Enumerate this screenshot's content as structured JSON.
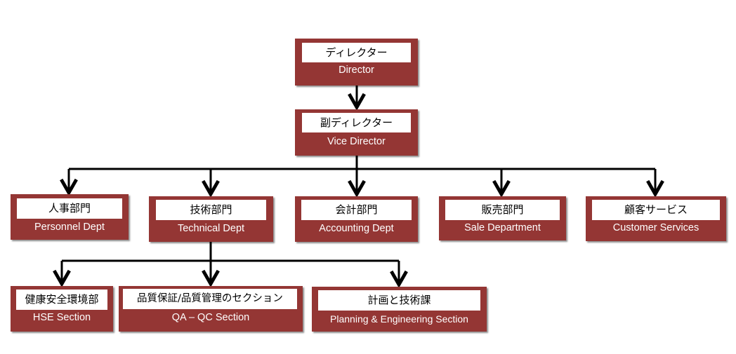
{
  "colors": {
    "box_fill": "#943634",
    "label_fill": "#ffffff",
    "connector": "#000000",
    "english_text": "#ffffff",
    "japanese_text": "#000000"
  },
  "chart": {
    "director": {
      "jp": "ディレクター",
      "en": "Director"
    },
    "vice_director": {
      "jp": "副ディレクター",
      "en": "Vice Director"
    },
    "departments": [
      {
        "jp": "人事部門",
        "en": "Personnel Dept"
      },
      {
        "jp": "技術部門",
        "en": "Technical Dept"
      },
      {
        "jp": "会計部門",
        "en": "Accounting Dept"
      },
      {
        "jp": "販売部門",
        "en": "Sale Department"
      },
      {
        "jp": "顧客サービス",
        "en": "Customer Services"
      }
    ],
    "technical_sections": [
      {
        "jp": "健康安全環境部",
        "en": "HSE Section"
      },
      {
        "jp": "品質保証/品質管理のセクション",
        "en": "QA – QC Section"
      },
      {
        "jp": "計画と技術課",
        "en": "Planning & Engineering Section"
      }
    ]
  }
}
